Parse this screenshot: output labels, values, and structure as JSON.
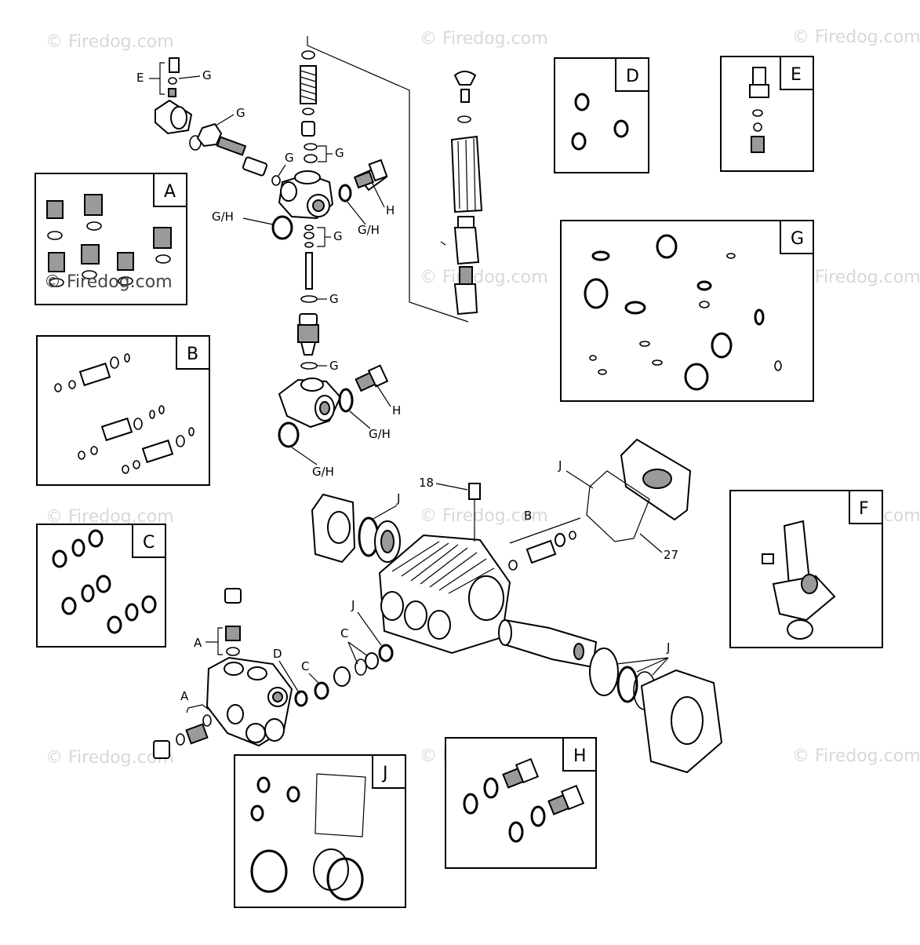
{
  "watermark": "© Firedog.com",
  "callouts": {
    "e": "E",
    "g": "G",
    "h": "H",
    "gh": "G/H",
    "j": "J",
    "a": "A",
    "b": "B",
    "c": "C",
    "d": "D",
    "n18": "18",
    "n27": "27"
  },
  "kits": {
    "a": "A",
    "b": "B",
    "c": "C",
    "d": "D",
    "e": "E",
    "f": "F",
    "g": "G",
    "h": "H",
    "j": "J"
  },
  "colors": {
    "line": "#000000",
    "watermark": "#d8d8d8",
    "shade": "#9a9a9a"
  }
}
